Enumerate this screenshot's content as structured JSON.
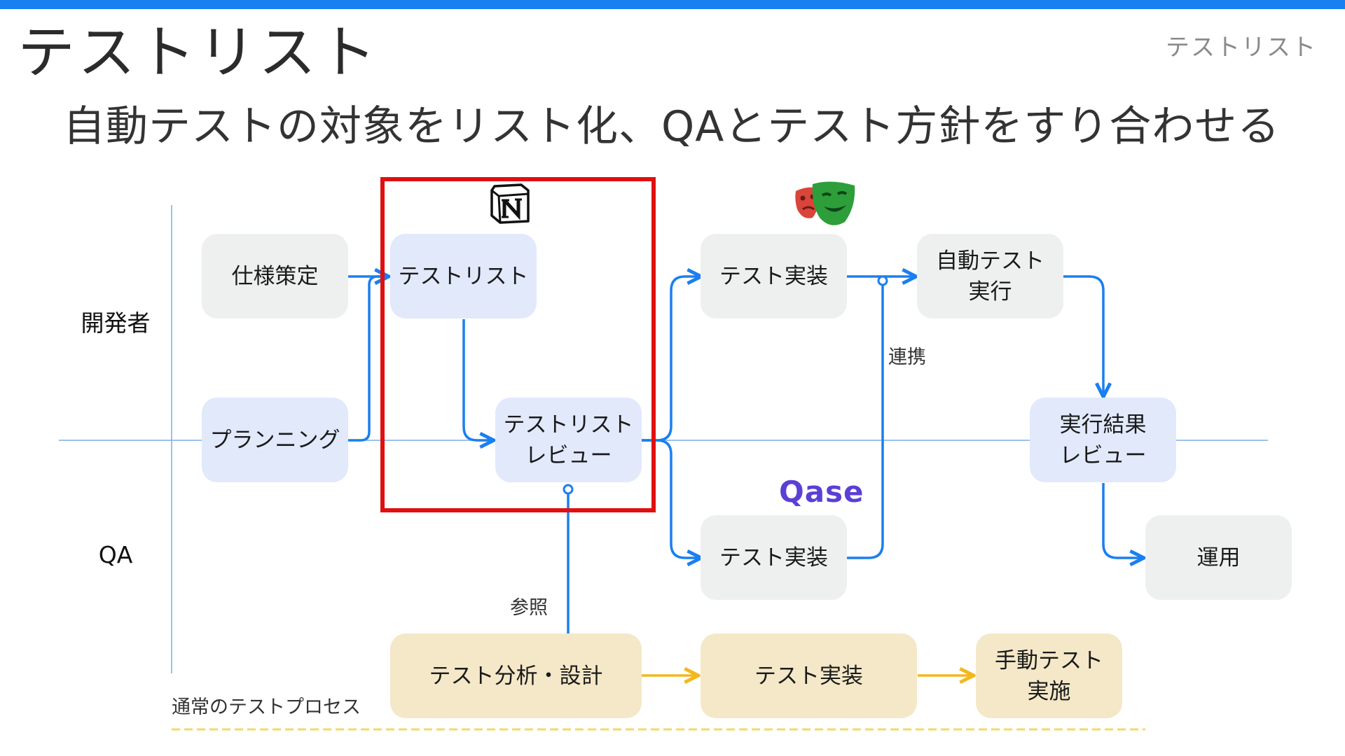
{
  "header": {
    "title": "テストリスト",
    "corner_label": "テストリスト"
  },
  "subtitle": "自動テストの対象をリスト化、QAとテスト方針をすり合わせる",
  "lanes": {
    "dev": "開発者",
    "qa": "QA"
  },
  "nodes": {
    "spec": "仕様策定",
    "planning": "プランニング",
    "testlist": "テストリスト",
    "testlist_review": "テストリスト\nレビュー",
    "dev_impl": "テスト実装",
    "auto_run": "自動テスト\n実行",
    "qa_impl": "テスト実装",
    "result_review": "実行結果\nレビュー",
    "operation": "運用",
    "analysis": "テスト分析・設計",
    "normal_impl": "テスト実装",
    "manual_run": "手動テスト\n実施"
  },
  "edge_labels": {
    "linkage": "連携",
    "reference": "参照",
    "normal_process": "通常のテストプロセス"
  },
  "logos": {
    "notion": "notion-logo",
    "playwright": "playwright-logo",
    "qase": "Qase"
  },
  "colors": {
    "accent_blue": "#1a7ff0",
    "highlight_red": "#e01010",
    "normal_flow_yellow": "#f2b81f"
  }
}
